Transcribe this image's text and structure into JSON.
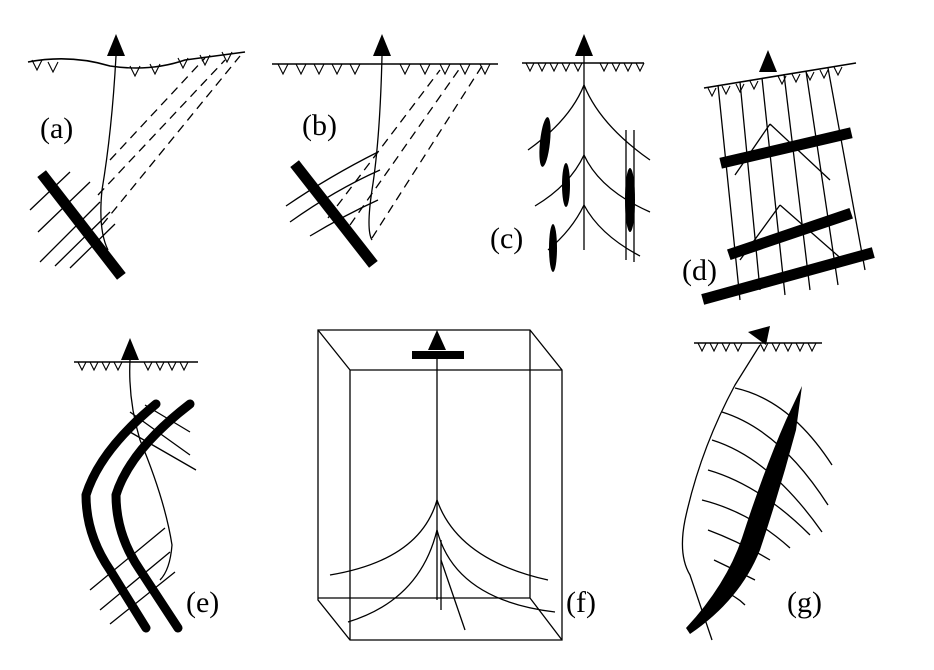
{
  "panels": [
    {
      "id": "a",
      "label": "(a)"
    },
    {
      "id": "b",
      "label": "(b)"
    },
    {
      "id": "c",
      "label": "(c)"
    },
    {
      "id": "d",
      "label": "(d)"
    },
    {
      "id": "e",
      "label": "(e)"
    },
    {
      "id": "f",
      "label": "(f)"
    },
    {
      "id": "g",
      "label": "(g)"
    }
  ],
  "colors": {
    "ink": "#000000",
    "background": "#ffffff"
  }
}
